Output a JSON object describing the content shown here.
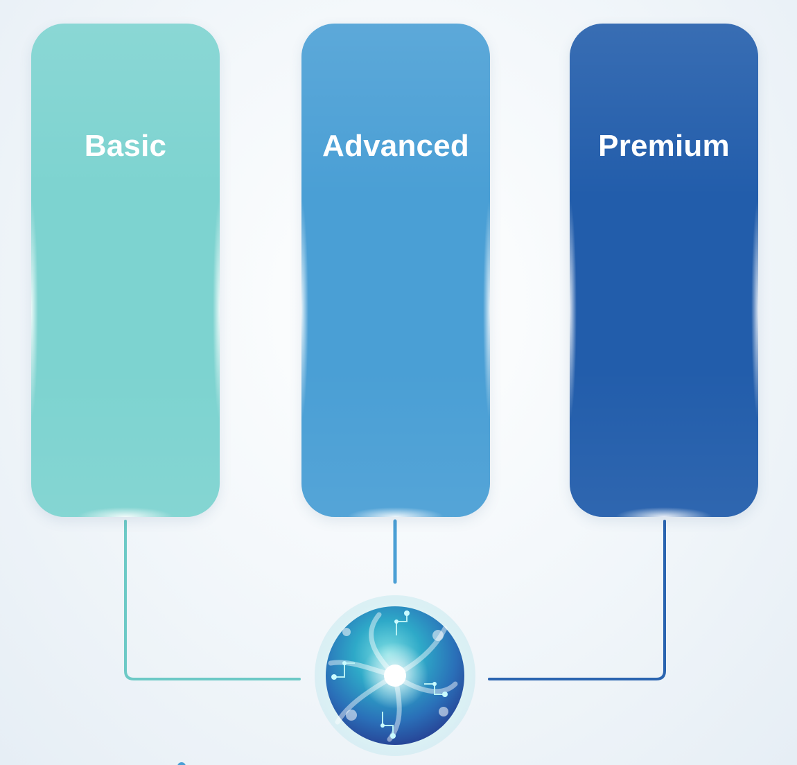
{
  "tiers": [
    {
      "label": "Basic",
      "color": "#7dd3d0",
      "line_color": "#6cc9c6"
    },
    {
      "label": "Advanced",
      "color": "#4a9fd5",
      "line_color": "#4a9fd5"
    },
    {
      "label": "Premium",
      "color": "#225dab",
      "line_color": "#2a64b0"
    }
  ],
  "hub": {
    "icon": "circuit-swirl-icon",
    "colors": {
      "ring": "#dff4f6",
      "teal": "#3cc6cf",
      "blue": "#2a6fb8",
      "deep": "#263b8f"
    }
  }
}
